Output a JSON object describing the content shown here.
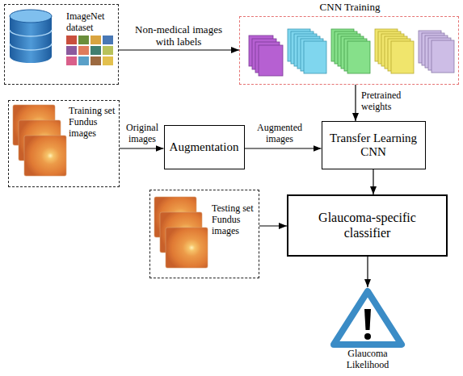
{
  "diagram": {
    "nodes": [
      {
        "text": [
          "ImageNet dataset"
        ]
      },
      {
        "text": [
          "CNN Training"
        ]
      },
      {
        "text": [
          "Training set Fundus images"
        ]
      },
      {
        "text": [
          "Augmentation"
        ]
      },
      {
        "text": [
          "Transfer Learning CNN"
        ]
      },
      {
        "text": [
          "Testing set Fundus images"
        ]
      },
      {
        "text": [
          "Glaucoma-specific classifier"
        ]
      },
      {
        "text": [
          "Glaucoma Likelihood"
        ]
      }
    ],
    "edges": [
      {
        "from": 0,
        "to": 1,
        "arrow": "to",
        "label": "Non-medical images with labels"
      },
      {
        "from": 1,
        "to": 4,
        "arrow": "to",
        "label": "Pretrained weights"
      },
      {
        "from": 2,
        "to": 3,
        "arrow": "to",
        "label": "Original images"
      },
      {
        "from": 3,
        "to": 4,
        "arrow": "to",
        "label": "Augmented images"
      },
      {
        "from": 4,
        "to": 6,
        "arrow": "to"
      },
      {
        "from": 5,
        "to": 6,
        "arrow": "to"
      },
      {
        "from": 6,
        "to": 7,
        "arrow": "to"
      }
    ]
  }
}
